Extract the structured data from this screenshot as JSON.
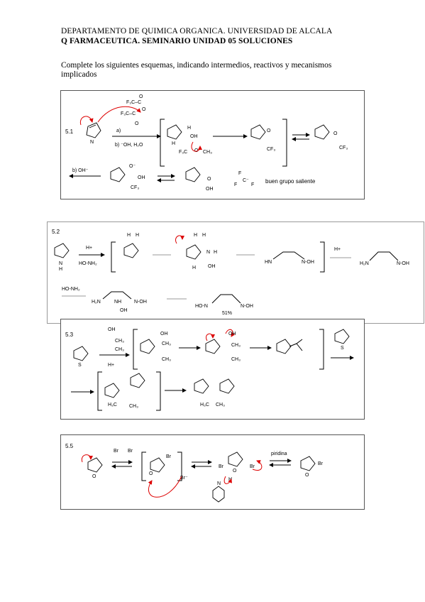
{
  "header": {
    "line1": "DEPARTAMENTO DE QUIMICA ORGANICA. UNIVERSIDAD DE ALCALA",
    "line2": "Q FARMACEUTICA. SEMINARIO UNIDAD 05 SOLUCIONES"
  },
  "intro": "Complete los siguientes esquemas, indicando intermedios, reactivos y mecanismos implicados",
  "s51": {
    "label": "5.1",
    "reagent_a": "a)",
    "reagent_b": "b) ⁻OH, H₂O",
    "reagent_b2": "b) OH⁻",
    "note": "buen grupo  saliente",
    "anhydride_top": "F₃C–C",
    "anhydride_mid": "F₃C–C",
    "o_label": "O",
    "cf3": "CF₃",
    "ch3": "CH₃",
    "f3c": "F₃C",
    "oh": "OH",
    "o_minus": "O⁻",
    "f": "F",
    "c_minus": "C⁻"
  },
  "s52": {
    "label": "5.2",
    "hplus": "H+",
    "hydroxylamine": "HO-NH₂",
    "hn": "HN",
    "noh": "N-OH",
    "h2n": "H₂N",
    "hon": "HO-N",
    "nh": "NH",
    "oh": "OH",
    "yield": "51%",
    "n": "N",
    "h": "H"
  },
  "s53": {
    "label": "5.3",
    "s": "S",
    "oh": "OH",
    "ch3": "CH₃",
    "h_plus": "H+",
    "h3c": "H₃C"
  },
  "s55": {
    "label": "5.5",
    "br": "Br",
    "br_minus": "Br⁻",
    "o": "O",
    "h": "H",
    "n": "N",
    "reagent": "piridina"
  }
}
